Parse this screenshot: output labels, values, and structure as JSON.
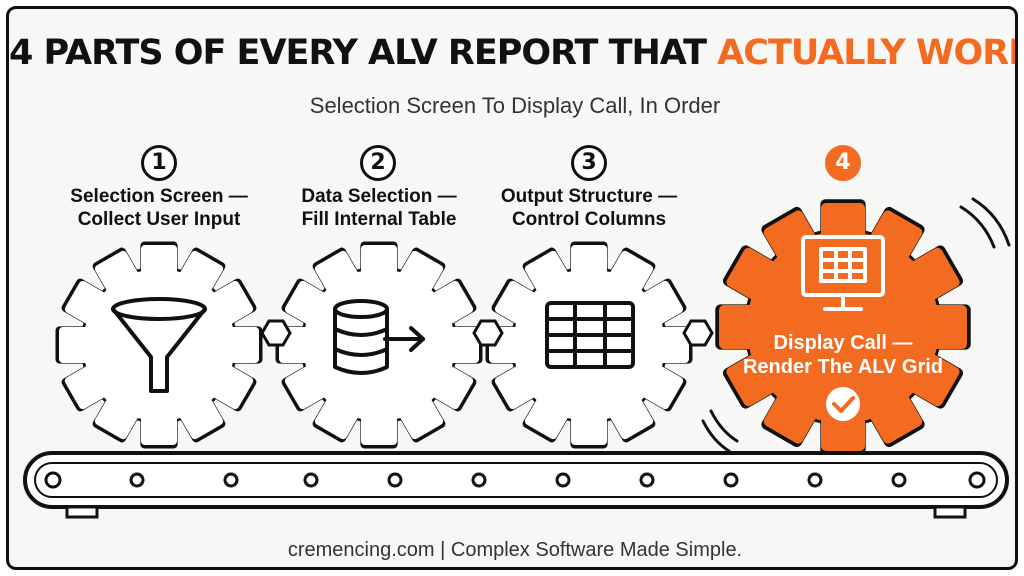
{
  "title": {
    "prefix": "4 PARTS OF EVERY ALV REPORT THAT ",
    "highlight": "ACTUALLY WORKS"
  },
  "subtitle": "Selection Screen To Display Call, In Order",
  "steps": [
    {
      "number": "1",
      "line1": "Selection Screen —",
      "line2": "Collect User Input",
      "icon": "funnel-icon"
    },
    {
      "number": "2",
      "line1": "Data Selection —",
      "line2": "Fill Internal Table",
      "icon": "database-arrow-icon"
    },
    {
      "number": "3",
      "line1": "Output Structure —",
      "line2": "Control Columns",
      "icon": "table-grid-icon"
    },
    {
      "number": "4",
      "line1": "Display Call —",
      "line2": "Render The ALV Grid",
      "icon": "monitor-grid-icon"
    }
  ],
  "footer": "cremencing.com | Complex Software Made Simple.",
  "colors": {
    "accent": "#f26b21",
    "ink": "#111111",
    "background": "#f7f7f5"
  }
}
